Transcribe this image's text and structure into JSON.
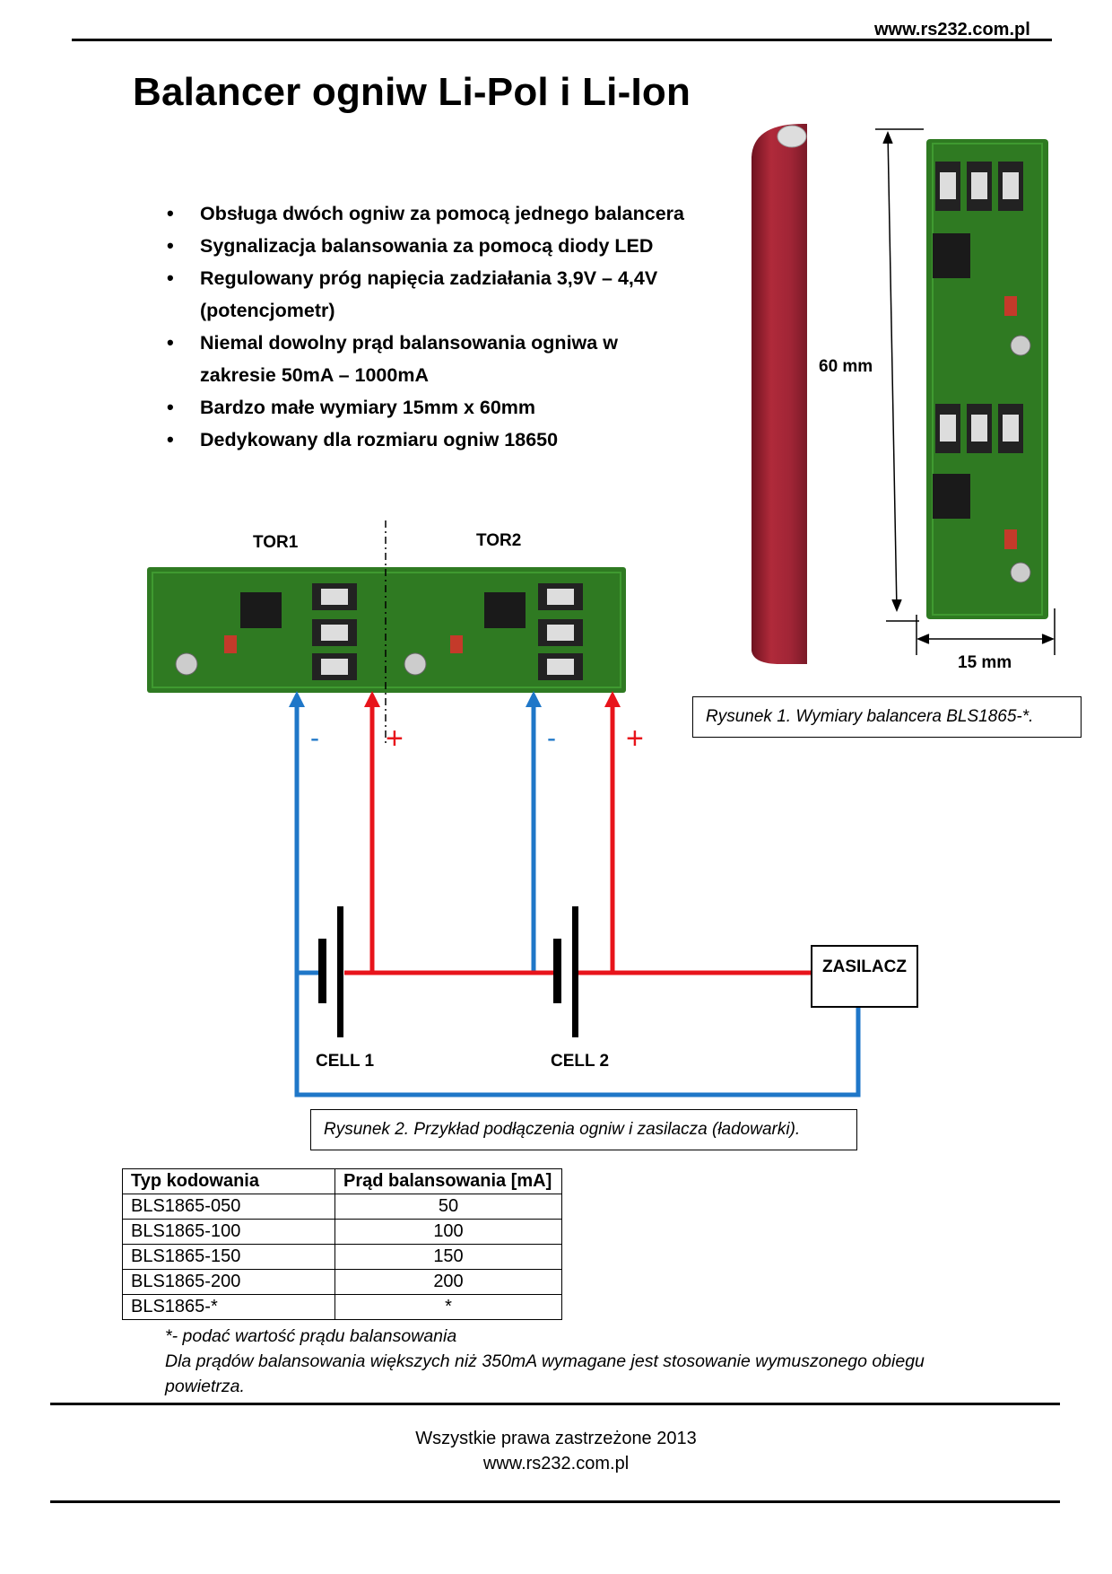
{
  "header": {
    "url": "www.rs232.com.pl"
  },
  "title": "Balancer ogniw Li-Pol i Li-Ion",
  "features": [
    "Obsługa dwóch ogniw za pomocą jednego balancera",
    "Sygnalizacja balansowania za pomocą diody LED",
    "Regulowany próg napięcia zadziałania 3,9V – 4,4V (potencjometr)",
    "Niemal dowolny prąd balansowania ogniwa w zakresie 50mA – 1000mA",
    "Bardzo małe wymiary 15mm x 60mm",
    "Dedykowany dla rozmiaru ogniw 18650"
  ],
  "figure1": {
    "dim_height": "60 mm",
    "dim_width": "15 mm",
    "caption": "Rysunek 1. Wymiary balancera BLS1865-*."
  },
  "figure2": {
    "tor1": "TOR1",
    "tor2": "TOR2",
    "minus": "-",
    "plus": "+",
    "cell1": "CELL 1",
    "cell2": "CELL 2",
    "supply": "ZASILACZ",
    "caption": "Rysunek 2. Przykład podłączenia ogniw i zasilacza (ładowarki)."
  },
  "table": {
    "headers": [
      "Typ kodowania",
      "Prąd balansowania [mA]"
    ],
    "rows": [
      [
        "BLS1865-050",
        "50"
      ],
      [
        "BLS1865-100",
        "100"
      ],
      [
        "BLS1865-150",
        "150"
      ],
      [
        "BLS1865-200",
        "200"
      ],
      [
        "BLS1865-*",
        "*"
      ]
    ]
  },
  "notes": {
    "note1": "*- podać wartość prądu balansowania",
    "note2_line1": "Dla prądów balansowania większych niż 350mA wymagane jest stosowanie wymuszonego obiegu",
    "note2_line2": "powietrza."
  },
  "footer": {
    "rights": "Wszystkie prawa zastrzeżone 2013",
    "url": "www.rs232.com.pl"
  },
  "colors": {
    "wire_red": "#e8141b",
    "wire_blue": "#1f77c8",
    "pcb_green": "#2f7a22",
    "battery_red": "#9b2030"
  }
}
